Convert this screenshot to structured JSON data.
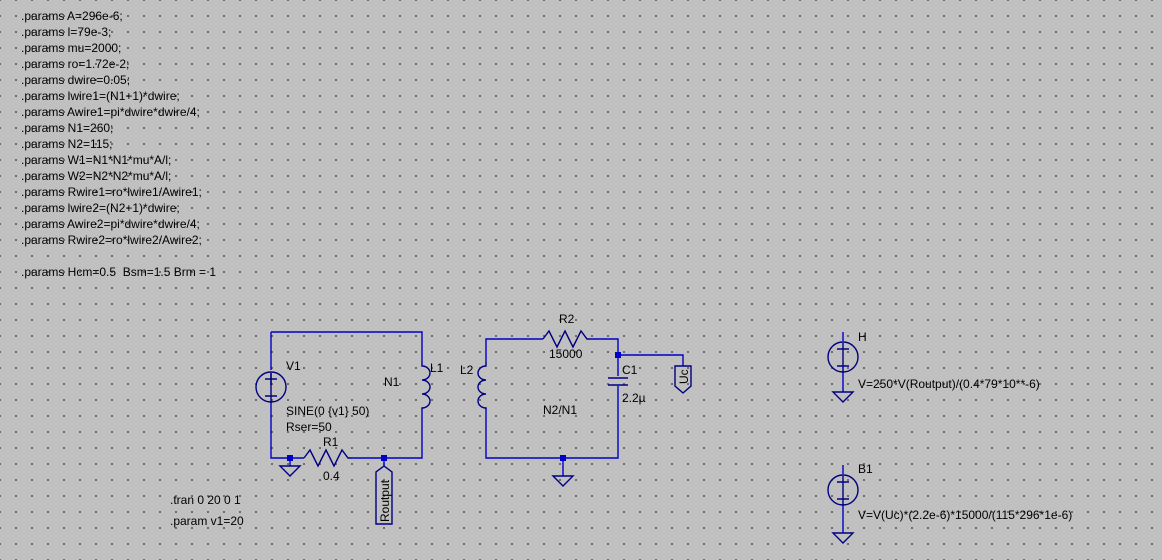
{
  "params": [
    ".params A=296e-6;",
    ".params l=79e-3;",
    ".params mu=2000;",
    ".params ro=1.72e-2;",
    ".params dwire=0.05;",
    ".params lwire1=(N1+1)*dwire;",
    ".params Awire1=pi*dwire*dwire/4;",
    ".params N1=260;",
    ".params N2=115;",
    ".params W1=N1*N1*mu*A/l;",
    ".params W2=N2*N2*mu*A/l;",
    ".params Rwire1=ro*lwire1/Awire1;",
    ".params lwire2=(N2+1)*dwire;",
    ".params Awire2=pi*dwire*dwire/4;",
    ".params Rwire2=ro*lwire2/Awire2;"
  ],
  "params_extra": ".params Hcm=0.5  Bsm=1.5 Brm = 1",
  "directives": {
    "tran": ".tran 0 20 0 1",
    "param": ".param v1=20"
  },
  "components": {
    "v1": {
      "name": "V1",
      "value": "SINE(0 {v1} 50)",
      "rser": "Rser=50"
    },
    "l1": {
      "name": "L1",
      "value": "N1"
    },
    "r1": {
      "name": "R1",
      "value": "0.4"
    },
    "l2": {
      "name": "L2",
      "value": "N2/N1"
    },
    "r2": {
      "name": "R2",
      "value": "15000"
    },
    "c1": {
      "name": "C1",
      "value": "2.2µ"
    },
    "h": {
      "name": "H",
      "value": "V=250*V(Routput)/(0.4*79*10**-6)"
    },
    "b1": {
      "name": "B1",
      "value": "V=V(Uc)*(2.2e-6)*15000/(115*296*1e-6)"
    }
  },
  "net_labels": {
    "routput": "Routput",
    "uc": "Uc"
  },
  "colors": {
    "background": "#c0c0c0",
    "wire": "#0000c8",
    "component": "#000080",
    "grid_dot": "#5a5a5a"
  }
}
